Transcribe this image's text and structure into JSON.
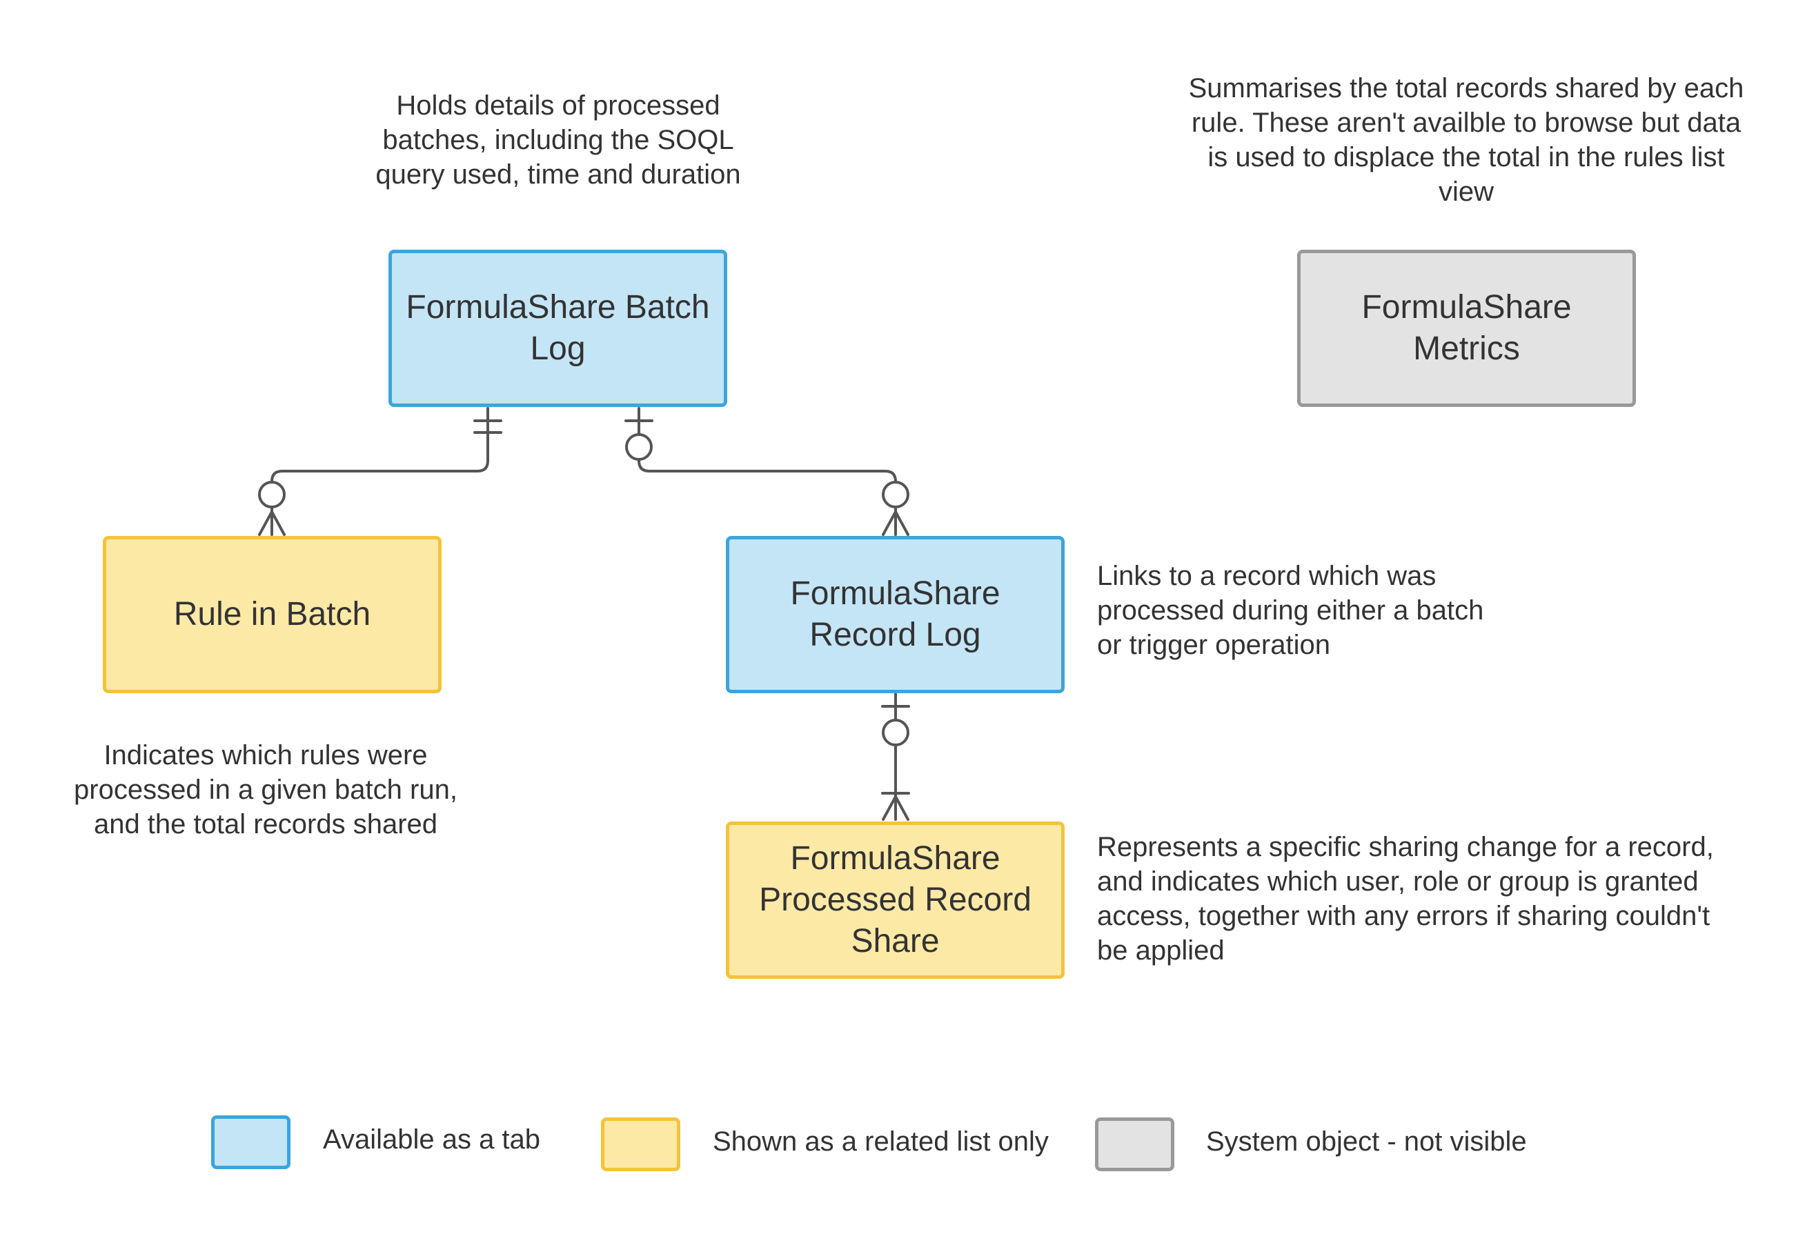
{
  "entities": {
    "batch_log": "FormulaShare Batch Log",
    "metrics": "FormulaShare Metrics",
    "rule_in_batch": "Rule in Batch",
    "record_log": "FormulaShare Record Log",
    "processed_record_share": "FormulaShare Processed Record Share"
  },
  "notes": {
    "batch_log": "Holds details of processed batches, including the SOQL query used, time and duration",
    "metrics": "Summarises the total records shared by each rule. These aren't availble to browse but data is used to displace the total in the rules list view",
    "rule_in_batch": "Indicates which rules were processed in a given batch run, and the total records shared",
    "record_log": "Links to a record which was processed during either a batch or trigger operation",
    "processed_record_share": "Represents a specific sharing change for a record, and indicates which user, role or group is granted access, together with any errors if sharing couldn't be applied"
  },
  "legend": {
    "tab": "Available as a tab",
    "related_list": "Shown as a related list only",
    "system": "System object - not visible"
  },
  "colors": {
    "tab_fill": "#c4e5f6",
    "tab_border": "#3aa6dc",
    "related_fill": "#fde9a6",
    "related_border": "#f5c338",
    "system_fill": "#e3e3e3",
    "system_border": "#999999",
    "connector": "#555555"
  }
}
